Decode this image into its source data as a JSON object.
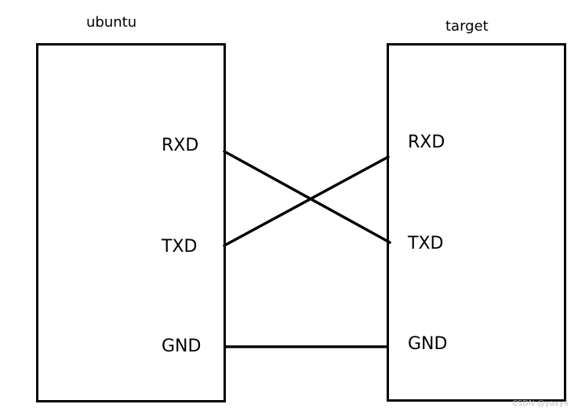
{
  "left_device": {
    "title": "ubuntu",
    "pins": {
      "rxd": "RXD",
      "txd": "TXD",
      "gnd": "GND"
    }
  },
  "right_device": {
    "title": "target",
    "pins": {
      "rxd": "RXD",
      "txd": "TXD",
      "gnd": "GND"
    }
  },
  "connections": [
    {
      "from": "ubuntu.RXD",
      "to": "target.TXD"
    },
    {
      "from": "ubuntu.TXD",
      "to": "target.RXD"
    },
    {
      "from": "ubuntu.GND",
      "to": "target.GND"
    }
  ],
  "colors": {
    "line": "#000000",
    "background": "#ffffff",
    "watermark": "#c0c0c0"
  },
  "watermark": "CSDN @yavy4"
}
